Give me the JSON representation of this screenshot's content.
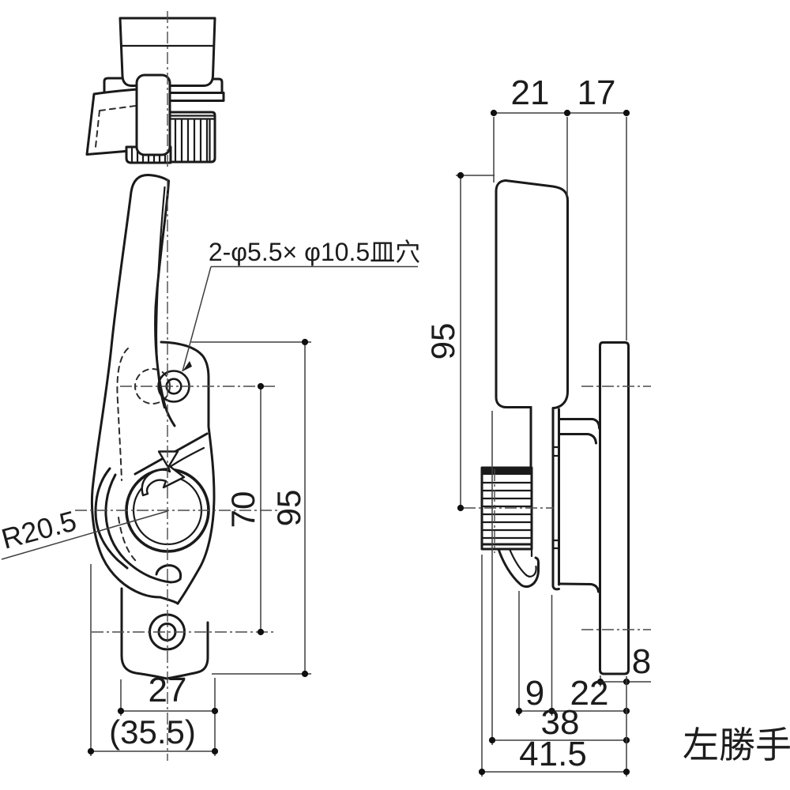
{
  "drawing": {
    "notes": {
      "hole_note": "2-φ5.5× φ10.5皿穴",
      "radius_note": "R20.5",
      "handing_label": "左勝手"
    },
    "front_view_dims": {
      "hole_pitch": "70",
      "body_height": "95",
      "body_width": "27",
      "overall_width": "(35.5)"
    },
    "side_view_dims": {
      "handle_depth": "21",
      "keeper_depth": "17",
      "body_height": "95",
      "keeper_foot_width": "8",
      "offset_9": "9",
      "offset_22": "22",
      "offset_38": "38",
      "overall_depth": "41.5"
    }
  }
}
